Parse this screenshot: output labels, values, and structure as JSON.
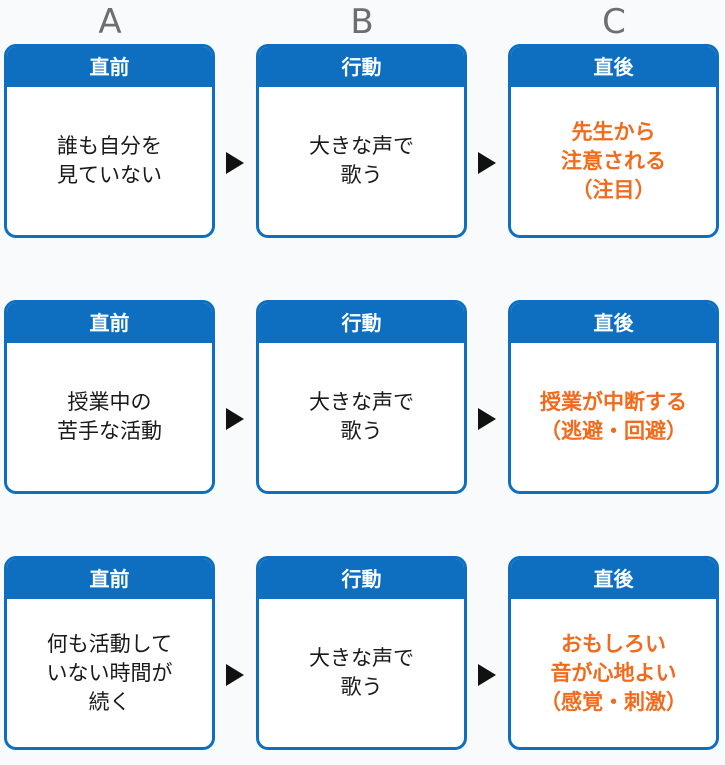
{
  "columns": [
    "A",
    "B",
    "C"
  ],
  "rows": [
    {
      "boxes": [
        {
          "header": "直前",
          "body": "誰も自分を\n見ていない",
          "emphasis": false
        },
        {
          "header": "行動",
          "body": "大きな声で\n歌う",
          "emphasis": false
        },
        {
          "header": "直後",
          "body": "先生から\n注意される\n（注目）",
          "emphasis": true
        }
      ]
    },
    {
      "boxes": [
        {
          "header": "直前",
          "body": "授業中の\n苦手な活動",
          "emphasis": false
        },
        {
          "header": "行動",
          "body": "大きな声で\n歌う",
          "emphasis": false
        },
        {
          "header": "直後",
          "body": "授業が中断する\n（逃避・回避）",
          "emphasis": true
        }
      ]
    },
    {
      "boxes": [
        {
          "header": "直前",
          "body": "何も活動して\nいない時間が\n続く",
          "emphasis": false
        },
        {
          "header": "行動",
          "body": "大きな声で\n歌う",
          "emphasis": false
        },
        {
          "header": "直後",
          "body": "おもしろい\n音が心地よい\n（感覚・刺激）",
          "emphasis": true
        }
      ]
    }
  ],
  "colors": {
    "header_blue": "#0e6fc1",
    "emphasis_orange": "#f26b1d",
    "letter_gray": "#6e6e6e"
  },
  "icons": {
    "arrow": "right-triangle-arrow"
  }
}
